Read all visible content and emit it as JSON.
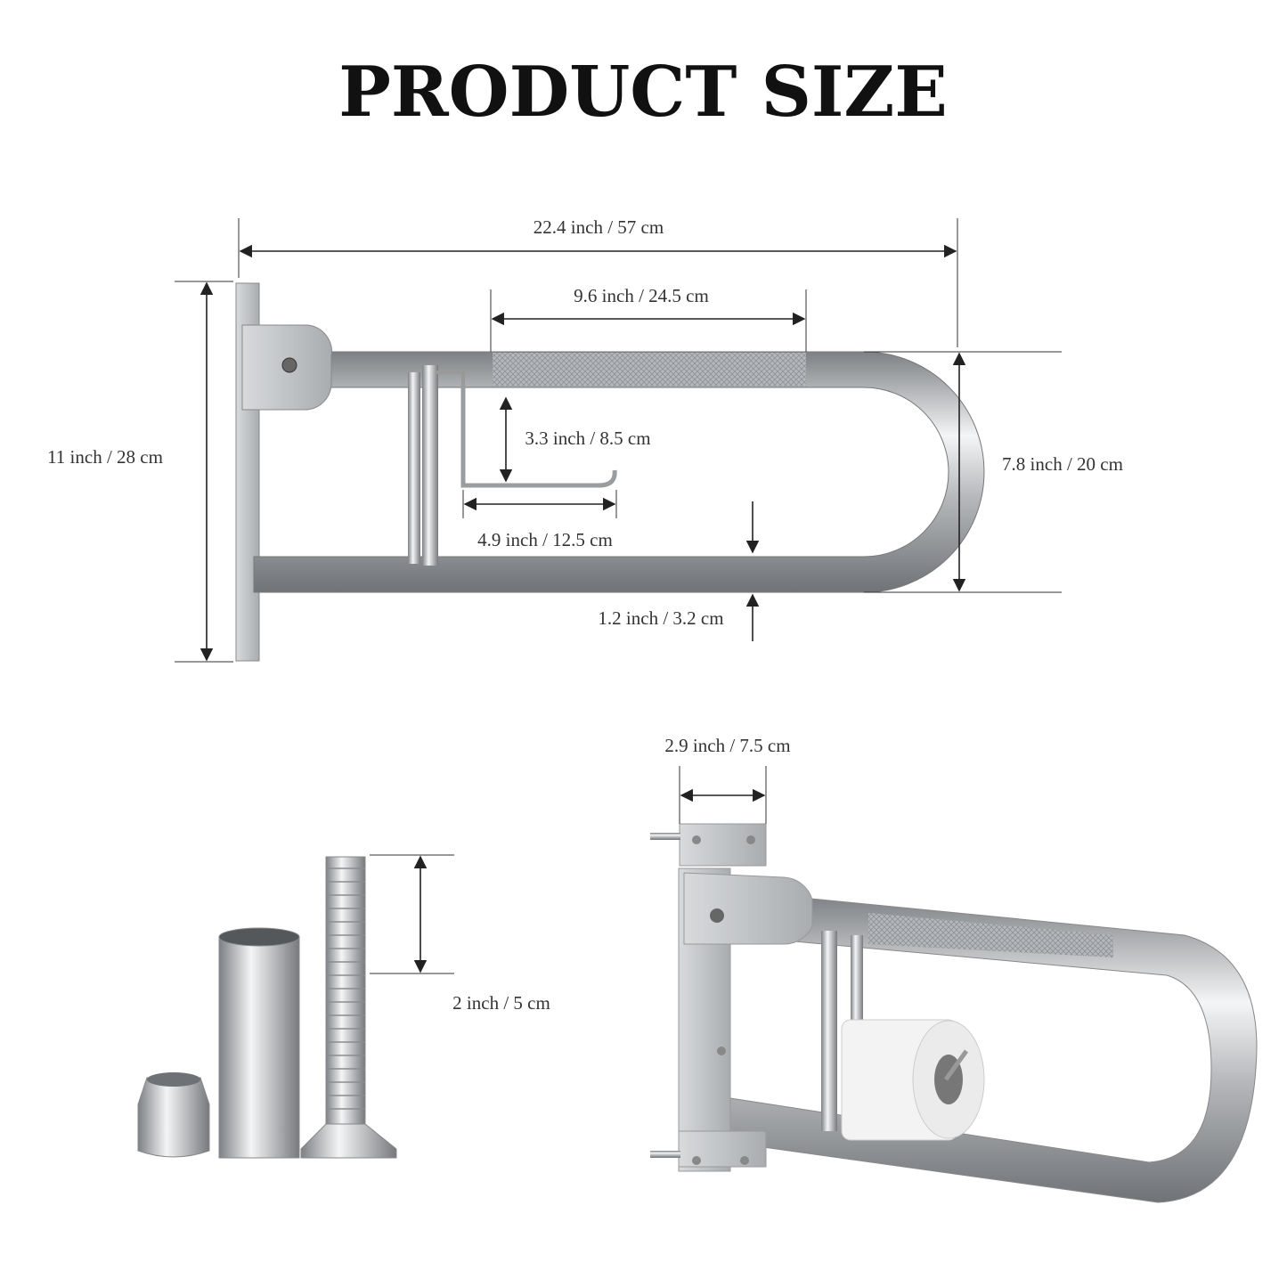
{
  "title": "PRODUCT SIZE",
  "dimensions": {
    "overall_length": "22.4 inch / 57 cm",
    "grip_length": "9.6 inch / 24.5 cm",
    "plate_height": "11 inch / 28 cm",
    "holder_height": "3.3 inch / 8.5 cm",
    "bar_height": "7.8 inch / 20 cm",
    "holder_length": "4.9 inch / 12.5 cm",
    "tube_diameter": "1.2 inch / 3.2 cm",
    "plate_width": "2.9 inch / 7.5 cm",
    "bolt_length": "2 inch / 5 cm"
  },
  "colors": {
    "metal": "#c9cbcd",
    "metal_dark": "#8a8d90",
    "line": "#222222"
  }
}
